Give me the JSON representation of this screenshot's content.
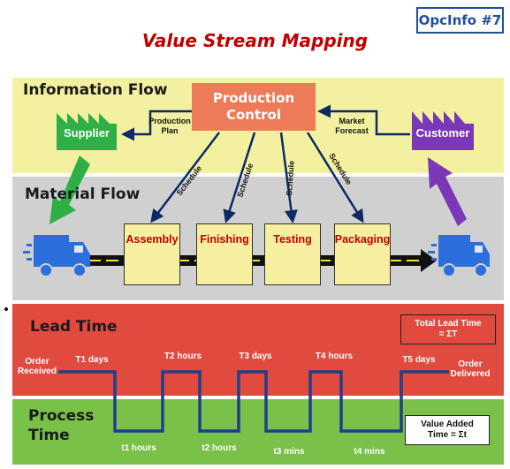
{
  "badge": "OpcInfo #7",
  "title": "Value Stream Mapping",
  "bands": {
    "information": "Information Flow",
    "material": "Material Flow",
    "lead": "Lead Time",
    "process": "Process\nTime"
  },
  "production_control": "Production\nControl",
  "supplier": "Supplier",
  "customer": "Customer",
  "production_plan": "Production\nPlan",
  "market_forecast": "Market\nForecast",
  "schedule_labels": [
    "Schedule",
    "Schedule",
    "Schedule",
    "Schedule"
  ],
  "processes": [
    "Assembly",
    "Finishing",
    "Testing",
    "Packaging"
  ],
  "order_received": "Order\nReceived",
  "order_delivered": "Order\nDelivered",
  "lead_times": [
    "T1 days",
    "T2 hours",
    "T3 days",
    "T4 hours",
    "T5 days"
  ],
  "process_times": [
    "t1 hours",
    "t2 hours",
    "t3 mins",
    "t4 mins"
  ],
  "total_lead_time": "Total Lead Time\n= ΣT",
  "value_added_time": "Value Added\nTime = Σt",
  "colors": {
    "information_band": "#f3f0a0",
    "material_band": "#d0d0d0",
    "lead_band": "#e04a3f",
    "process_band": "#79c149",
    "production_control": "#ee7b57",
    "supplier": "#2eb046",
    "customer": "#7a37b8",
    "truck": "#2a6fdb",
    "arrow": "#0b2a66",
    "title": "#c00000"
  }
}
